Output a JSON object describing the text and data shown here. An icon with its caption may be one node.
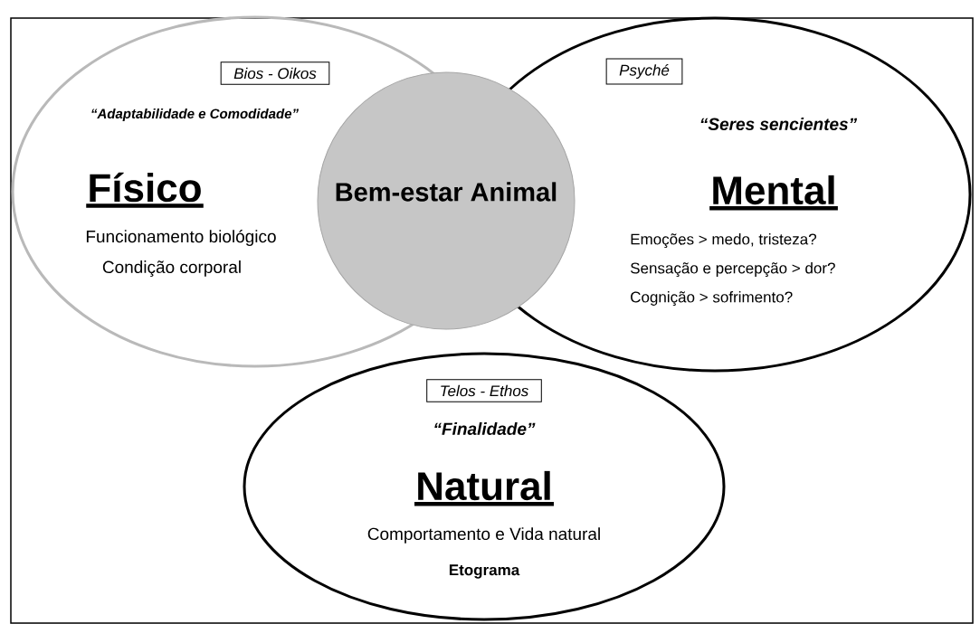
{
  "diagram": {
    "nodes": [
      {
        "text": [
          "“Adaptabilidade e Comodidade”",
          "Físico",
          "Funcionamento biológico",
          "Condição corporal"
        ]
      },
      {
        "text": [
          "Bios - Oikos"
        ],
        "in": 0
      },
      {
        "text": [
          "Bem-estar Animal"
        ]
      },
      {
        "text": [
          "“Seres sencientes”",
          "Mental",
          "Emoções > medo, tristeza?",
          "Sensação e percepção > dor?",
          "Cognição > sofrimento?"
        ]
      },
      {
        "text": [
          "Psyché"
        ],
        "in": 3
      },
      {
        "text": [
          "“Finalidade”",
          "Natural",
          "Comportamento e Vida natural",
          "Etograma"
        ]
      },
      {
        "text": [
          "Telos - Ethos"
        ],
        "in": 5
      }
    ]
  }
}
